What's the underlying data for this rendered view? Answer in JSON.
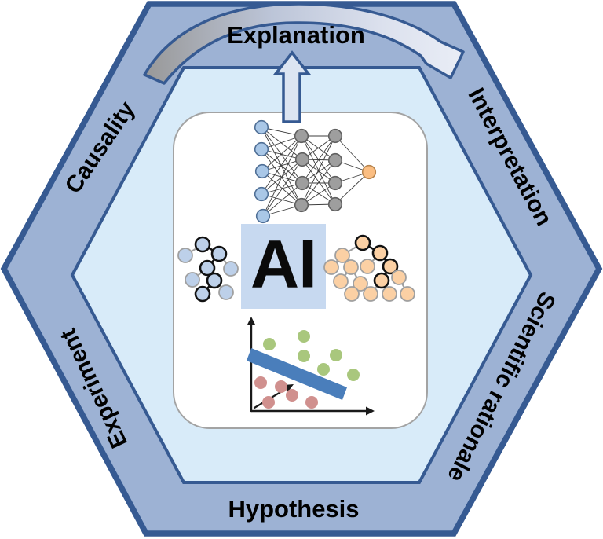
{
  "hexagon": {
    "labels": {
      "top": "Explanation",
      "top_right": "Interpretation",
      "bottom_right": "Scientific rationale",
      "bottom": "Hypothesis",
      "bottom_left": "Experiment",
      "top_left": "Causality"
    },
    "ring_fill": "#9DB2D4",
    "ring_border": "#365A92",
    "inner_fill": "#D8EBF9"
  },
  "center": {
    "ai_label": "AI",
    "ai_box_color": "#C7D9F0",
    "card_fill": "#FFFFFF",
    "card_border": "#A3A3A3"
  },
  "icons": [
    {
      "name": "cycle-arrow-icon",
      "gradient": [
        "#989898",
        "#E9EDF6"
      ]
    },
    {
      "name": "up-arrow-icon",
      "fill": "#DCE5F2"
    },
    {
      "name": "neural-network-icon",
      "node_colors": {
        "input": "#A9C7E7",
        "hidden": "#9E9E9E",
        "output": "#FBBE82"
      }
    },
    {
      "name": "decision-tree-blue-icon",
      "node_color": "#BDD0E9"
    },
    {
      "name": "decision-tree-orange-icon",
      "node_color": "#FBD0A4"
    },
    {
      "name": "svm-plot-icon",
      "colors": {
        "upper_dots": "#A9C77D",
        "lower_dots": "#D0908E",
        "separator_band": "#4A7EBB",
        "axes": "#1a1a1a"
      }
    }
  ]
}
